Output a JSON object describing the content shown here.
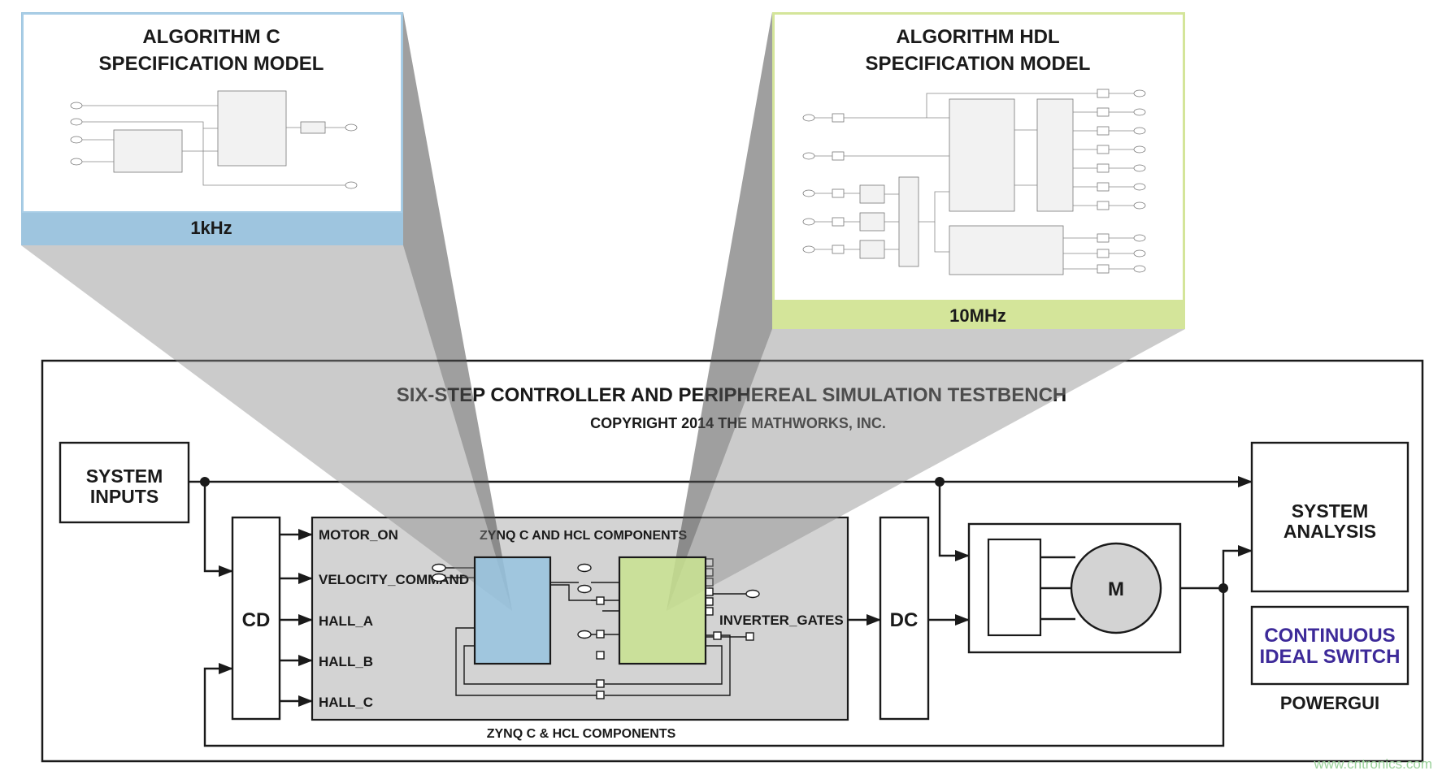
{
  "panel_c": {
    "title_line1": "ALGORITHM C",
    "title_line2": "SPECIFICATION MODEL",
    "rate": "1kHz",
    "color": "#9ec5df",
    "border_color": "#a8cde6"
  },
  "panel_hdl": {
    "title_line1": "ALGORITHM HDL",
    "title_line2": "SPECIFICATION MODEL",
    "rate": "10MHz",
    "color": "#d4e59a",
    "border_color": "#d4e59a"
  },
  "testbench": {
    "title": "SIX-STEP CONTROLLER AND PERIPHEREAL SIMULATION TESTBENCH",
    "copyright": "COPYRIGHT 2014 THE MATHWORKS, INC."
  },
  "blocks": {
    "system_inputs_line1": "SYSTEM",
    "system_inputs_line2": "INPUTS",
    "cd": "CD",
    "dc": "DC",
    "motor": "M",
    "system_analysis_line1": "SYSTEM",
    "system_analysis_line2": "ANALYSIS",
    "switch_line1": "CONTINUOUS",
    "switch_line2": "IDEAL SWITCH",
    "powergui": "POWERGUI"
  },
  "zynq": {
    "inner_title": "ZYNQ C AND HCL COMPONENTS",
    "caption": "ZYNQ C & HCL COMPONENTS",
    "signals": [
      "MOTOR_ON",
      "VELOCITY_COMMAND",
      "HALL_A",
      "HALL_B",
      "HALL_C"
    ],
    "inverter_gates": "INVERTER_GATES"
  },
  "colors": {
    "c_block": "#96c3df",
    "hdl_block": "#c8e28f",
    "zynq_fill": "#d3d3d3",
    "beam": "#b8b8b8",
    "switch_text": "#3d2a99",
    "watermark": "#9ad19a"
  },
  "watermark": "www.cntronics.com"
}
